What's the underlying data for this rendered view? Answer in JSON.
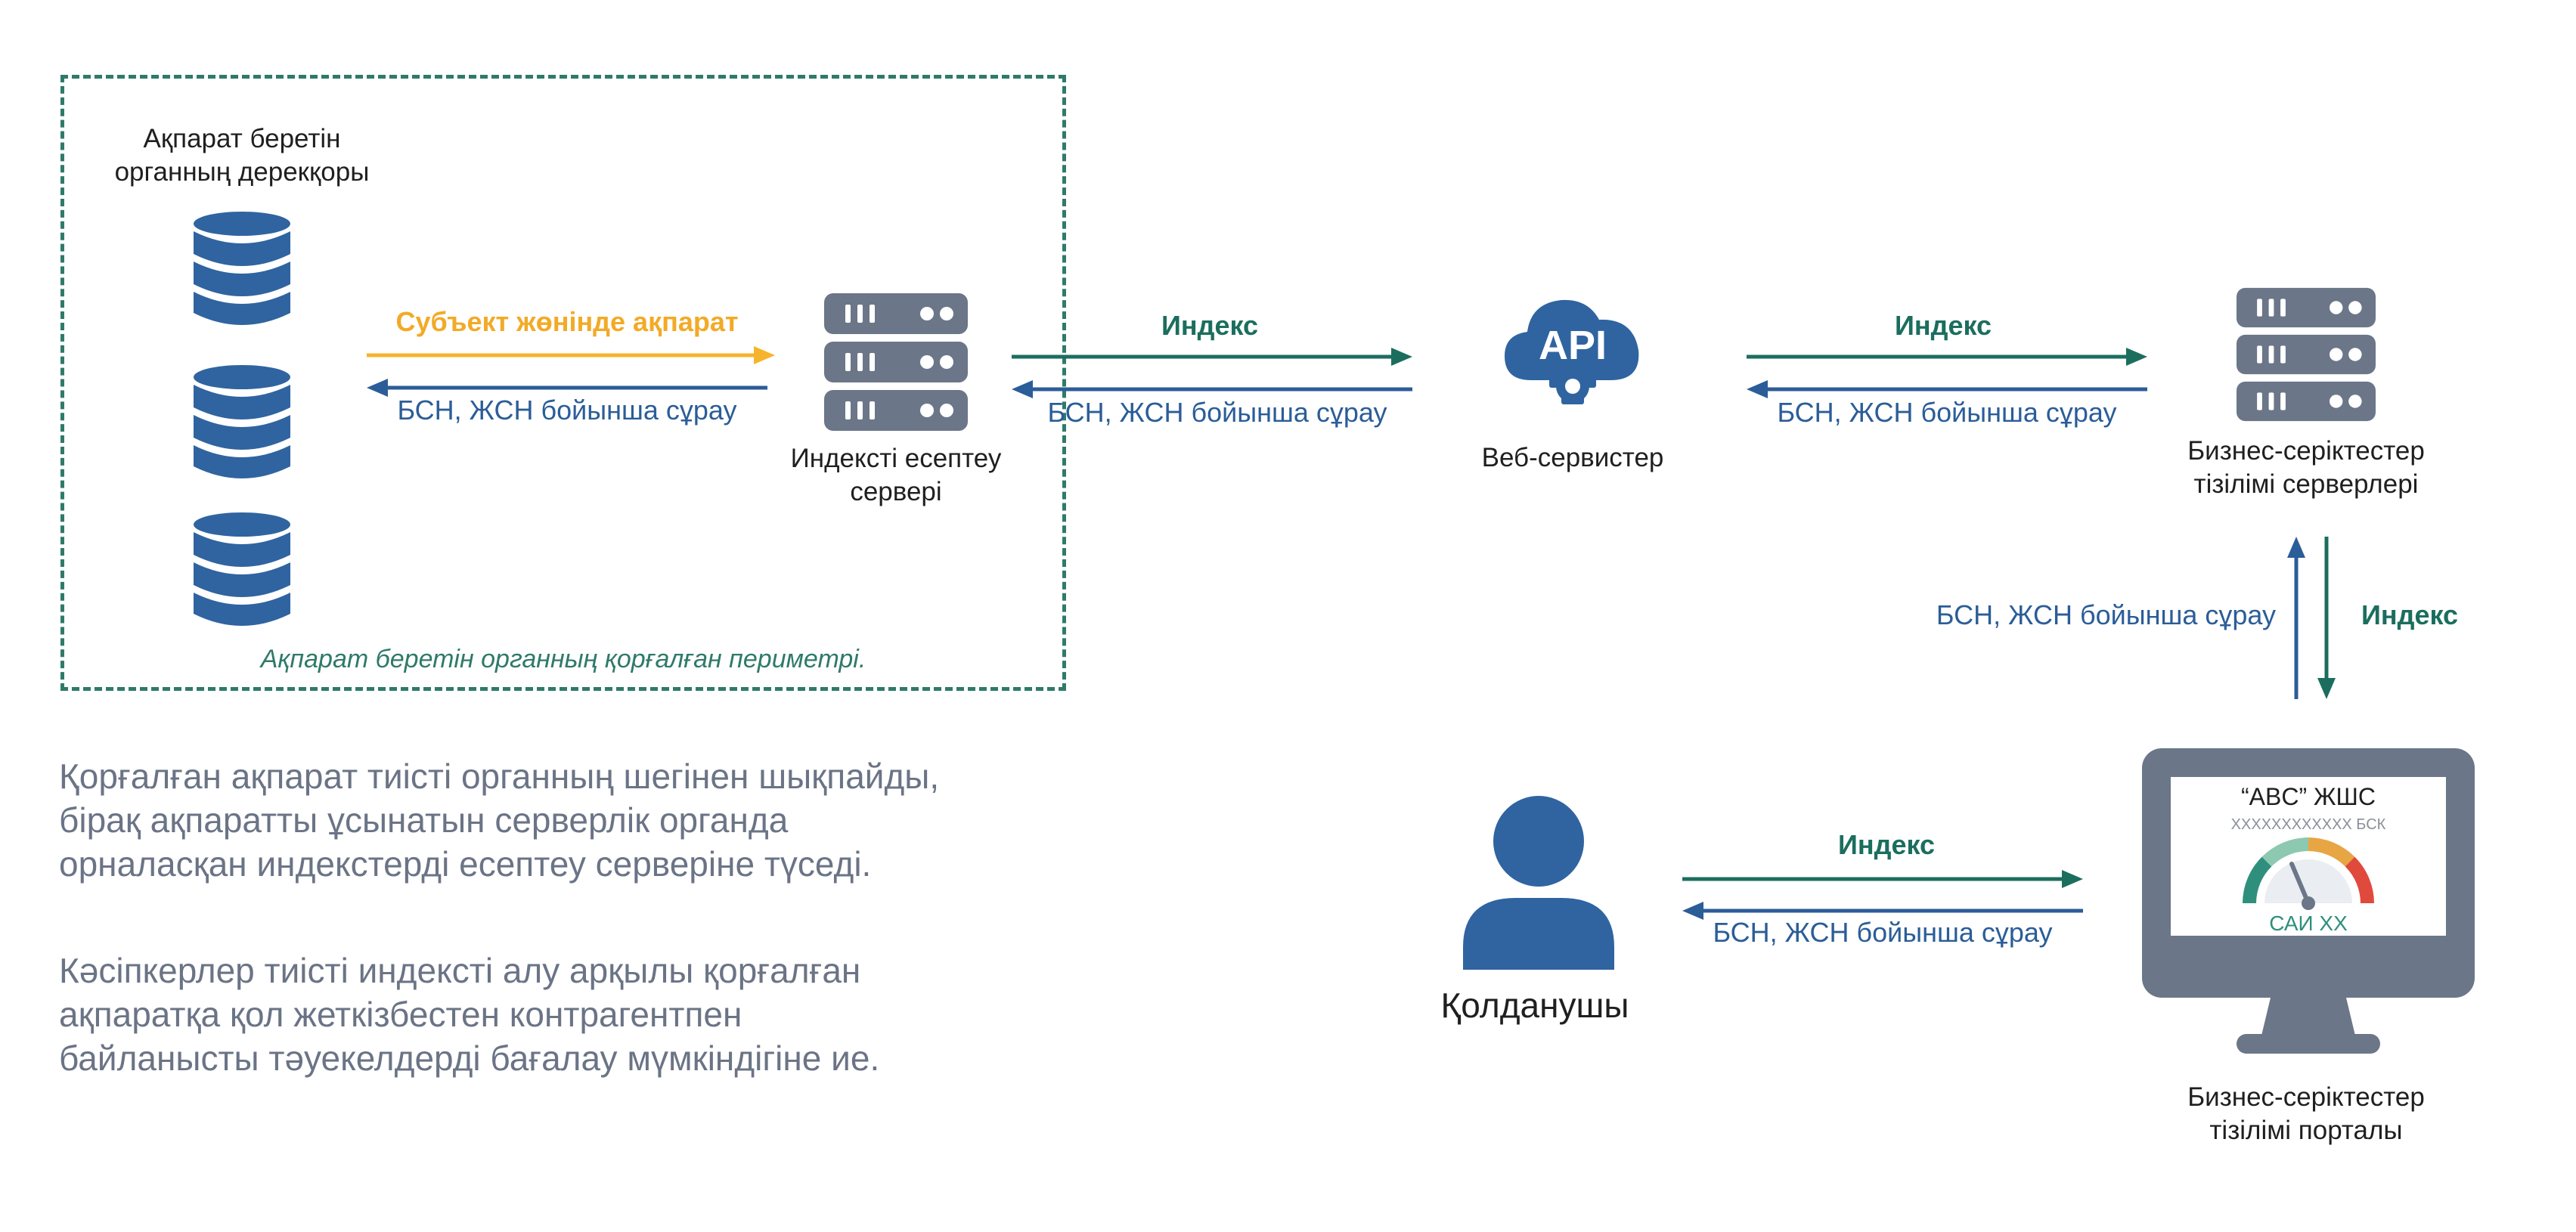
{
  "colors": {
    "db_blue": "#2f64a0",
    "server_gray": "#6b7689",
    "arrow_green": "#1b6e5e",
    "arrow_blue": "#2b5d98",
    "arrow_orange": "#f6b42c",
    "perimeter_green": "#2f7a6a",
    "para_gray": "#6b7486"
  },
  "perimeter": {
    "db_title": "Ақпарат беретін органның дерекқоры",
    "caption": "Ақпарат беретін органның қорғалған периметрі."
  },
  "nodes": {
    "index_server": "Индексті есептеу сервері",
    "web_services": "Веб-сервистер",
    "registry_servers": "Бизнес-серіктестер тізілімі серверлері",
    "portal": "Бизнес-серіктестер тізілімі порталы",
    "user": "Қолданушы",
    "api_text": "API"
  },
  "arrows": {
    "subject_info": "Субъект жөнінде ақпарат",
    "request": "БСН, ЖСН бойынша сұрау",
    "index": "Индекс"
  },
  "monitor": {
    "company": "“ABC” ЖШС",
    "bsk": "XXXXXXXXXXXX БСК",
    "sai": "САИ XX"
  },
  "paragraphs": {
    "p1_line1": "Қорғалған ақпарат тиісті органның шегінен шықпайды,",
    "p1_line2": "бірақ ақпаратты ұсынатын серверлік органда",
    "p1_line3": "орналасқан индекстерді есептеу серверіне түседі.",
    "p2_line1": "Кәсіпкерлер тиісті индексті алу арқылы қорғалған",
    "p2_line2": "ақпаратқа қол жеткізбестен контрагентпен",
    "p2_line3": "байланысты тәуекелдерді бағалау мүмкіндігіне ие."
  }
}
